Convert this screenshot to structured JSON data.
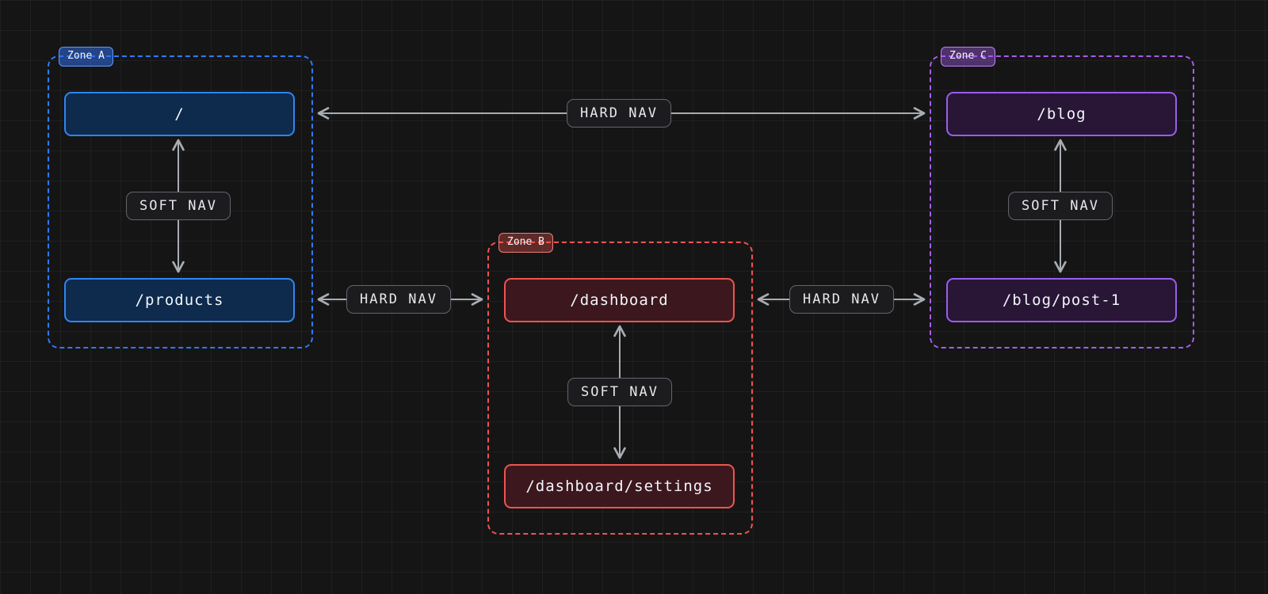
{
  "zones": [
    {
      "label": "Zone A",
      "accent": "#2f7bf6",
      "nodes": [
        {
          "label": "/"
        },
        {
          "label": "/products"
        }
      ]
    },
    {
      "label": "Zone B",
      "accent": "#ef5350",
      "nodes": [
        {
          "label": "/dashboard"
        },
        {
          "label": "/dashboard/settings"
        }
      ]
    },
    {
      "label": "Zone C",
      "accent": "#a85cf0",
      "nodes": [
        {
          "label": "/blog"
        },
        {
          "label": "/blog/post-1"
        }
      ]
    }
  ],
  "edges": [
    {
      "type": "hard",
      "label": "HARD NAV",
      "between": [
        "/",
        "/blog"
      ]
    },
    {
      "type": "hard",
      "label": "HARD NAV",
      "between": [
        "/products",
        "/dashboard"
      ]
    },
    {
      "type": "hard",
      "label": "HARD NAV",
      "between": [
        "/dashboard",
        "/blog/post-1"
      ]
    },
    {
      "type": "soft",
      "label": "SOFT NAV",
      "between": [
        "/",
        "/products"
      ]
    },
    {
      "type": "soft",
      "label": "SOFT NAV",
      "between": [
        "/dashboard",
        "/dashboard/settings"
      ]
    },
    {
      "type": "soft",
      "label": "SOFT NAV",
      "between": [
        "/blog",
        "/blog/post-1"
      ]
    }
  ],
  "colors": {
    "background": "#151515",
    "arrow": "#a8adb3",
    "zone_a_accent": "#2f7bf6",
    "zone_b_accent": "#ef5350",
    "zone_c_accent": "#a85cf0"
  }
}
